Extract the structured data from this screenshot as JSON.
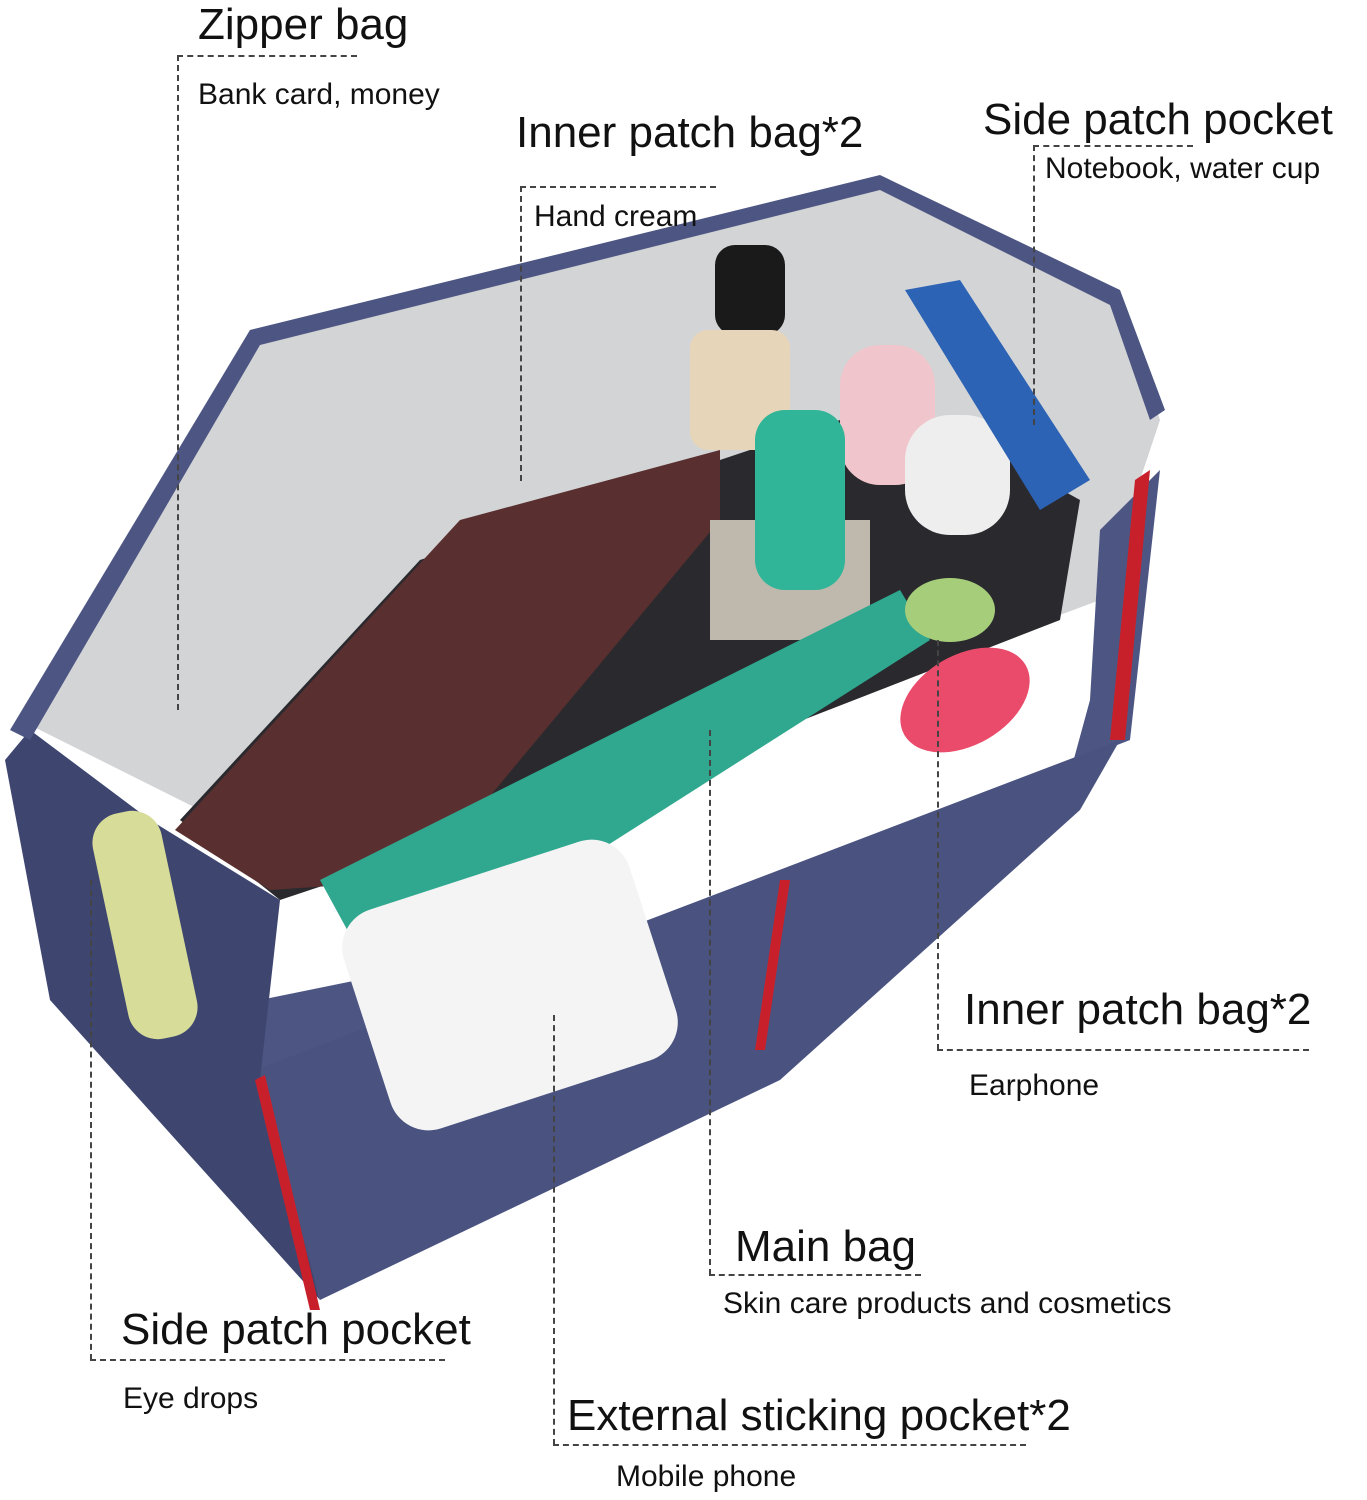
{
  "callouts": {
    "zipper_bag": {
      "title": "Zipper bag",
      "items": "Bank card, money"
    },
    "inner_patch_bag_top": {
      "title": "Inner patch bag*2",
      "items": "Hand cream"
    },
    "side_patch_pocket_top": {
      "title": "Side patch pocket",
      "items": "Notebook, water cup"
    },
    "inner_patch_bag_right": {
      "title": "Inner patch bag*2",
      "items": "Earphone"
    },
    "main_bag": {
      "title": "Main bag",
      "items": "Skin care products and cosmetics"
    },
    "side_patch_pocket_bottom": {
      "title": "Side patch pocket",
      "items": "Eye drops"
    },
    "external_pocket": {
      "title": "External sticking pocket*2",
      "items": "Mobile phone"
    }
  },
  "colors": {
    "felt_navy": "#4d5683",
    "felt_dark": "#3e4670",
    "lining_gray": "#cfd0d2",
    "trim_red": "#c8202a",
    "tube_teal": "#2fa88f"
  }
}
